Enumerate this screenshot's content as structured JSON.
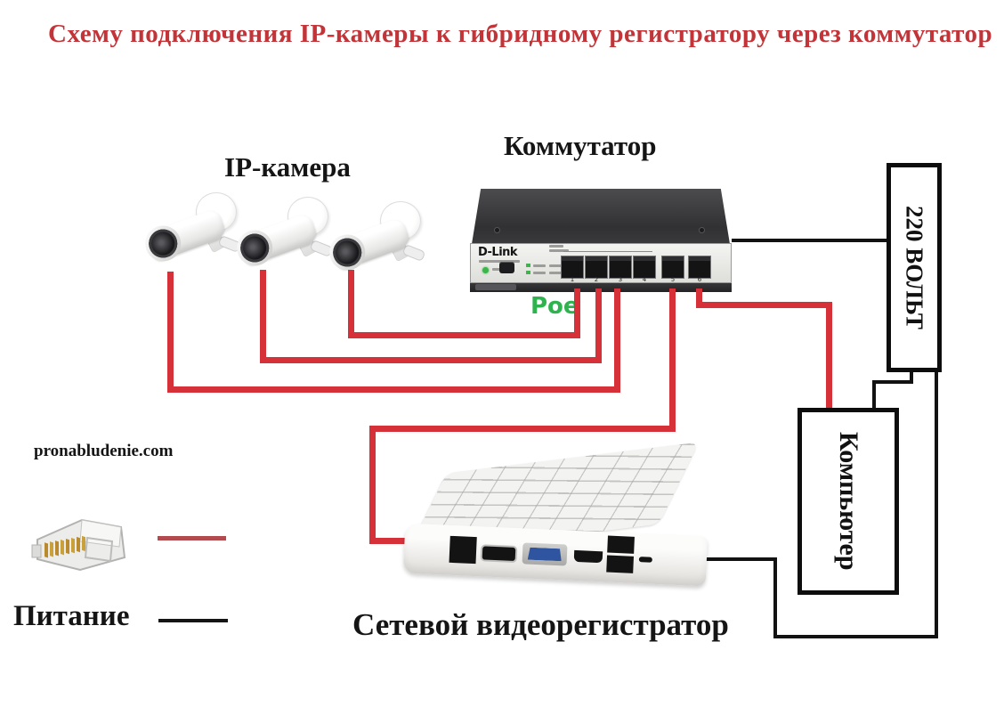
{
  "title": "Схему подключения IP-камеры к гибридному регистратору через коммутатор",
  "labels": {
    "ip_camera": "IP-камера",
    "switch": "Коммутатор",
    "poe": "Poe",
    "volts": "220 ВОЛЬТ",
    "computer": "Компьютер",
    "nvr": "Сетевой видеорегистратор",
    "site": "pronabludenie.com",
    "power_legend": "Питание"
  },
  "switch_panel": {
    "brand": "D-Link",
    "port_numbers": [
      "1",
      "2",
      "3",
      "4",
      "5",
      "6"
    ]
  },
  "colors": {
    "wire_red": "#d63038",
    "wire_black": "#121212",
    "title_red": "#c23438",
    "poe_green": "#2fb34f",
    "legend_red": "#b24a4e"
  }
}
